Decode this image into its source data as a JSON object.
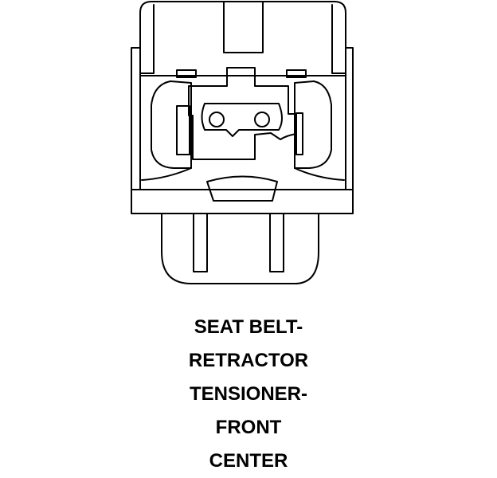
{
  "caption": {
    "lines": [
      "SEAT BELT-",
      "RETRACTOR",
      "TENSIONER-",
      "FRONT",
      "CENTER"
    ]
  },
  "colors": {
    "line": "#000000",
    "background": "#ffffff"
  }
}
